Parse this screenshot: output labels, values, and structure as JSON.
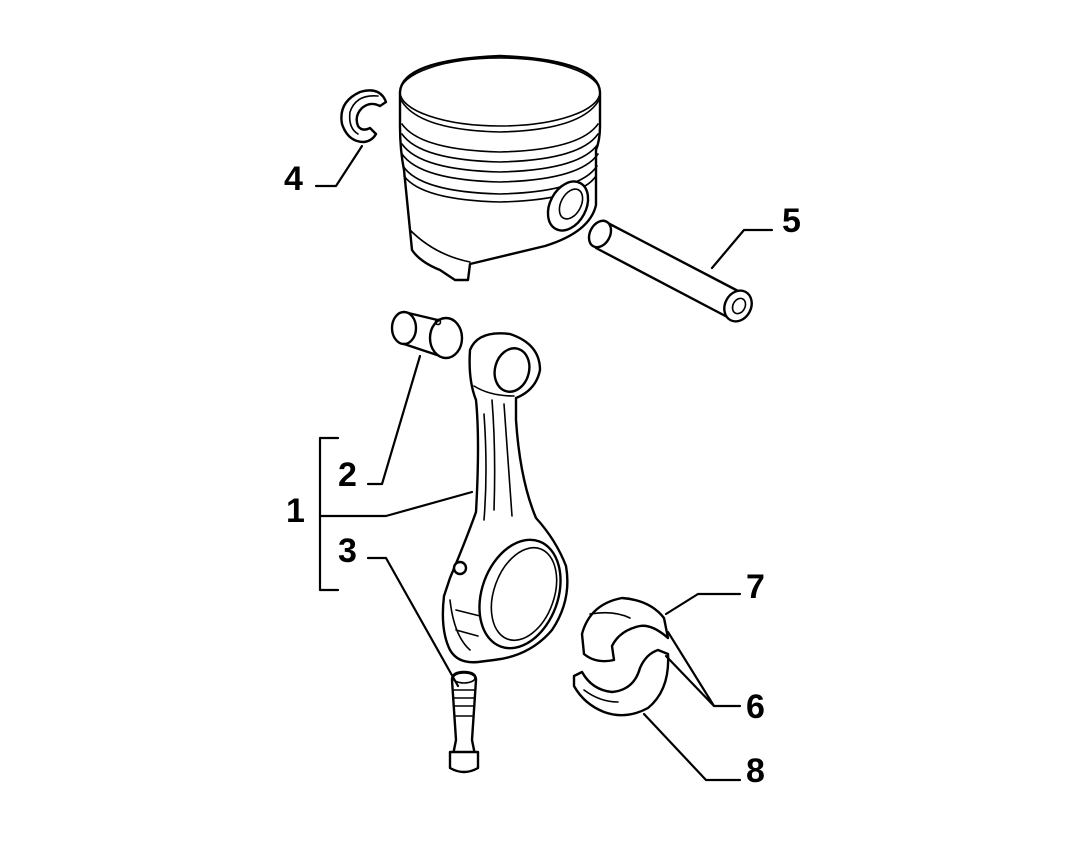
{
  "callouts": {
    "c1": "1",
    "c2": "2",
    "c3": "3",
    "c4": "4",
    "c5": "5",
    "c6": "6",
    "c7": "7",
    "c8": "8"
  },
  "parts": {
    "piston": "piston-icon",
    "circlip": "circlip-icon",
    "gudgeon_pin": "gudgeon-pin-icon",
    "small_end_bush": "small-end-bush-icon",
    "connecting_rod": "connecting-rod-icon",
    "rod_bolt": "rod-bolt-icon",
    "bearing_shell_upper": "bearing-shell-upper-icon",
    "bearing_shell_lower": "bearing-shell-lower-icon"
  },
  "colors": {
    "line": "#000000",
    "background": "#ffffff"
  }
}
